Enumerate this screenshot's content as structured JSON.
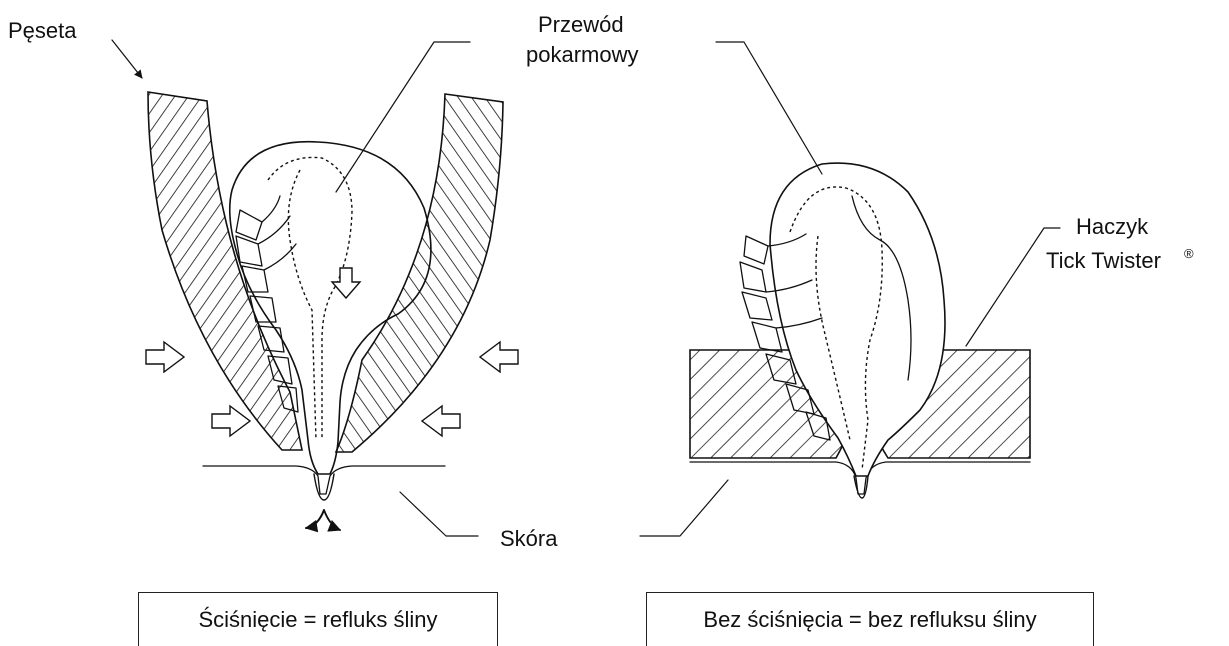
{
  "labels": {
    "tweezers": "Pęseta",
    "gut_line1": "Przewód",
    "gut_line2": "pokarmowy",
    "hook_line1": "Haczyk",
    "hook_line2": "Tick Twister",
    "hook_mark": "®",
    "skin": "Skóra"
  },
  "captions": {
    "left": "Ściśnięcie = refluks śliny",
    "right": "Bez ściśnięcia = bez refluksu śliny"
  }
}
